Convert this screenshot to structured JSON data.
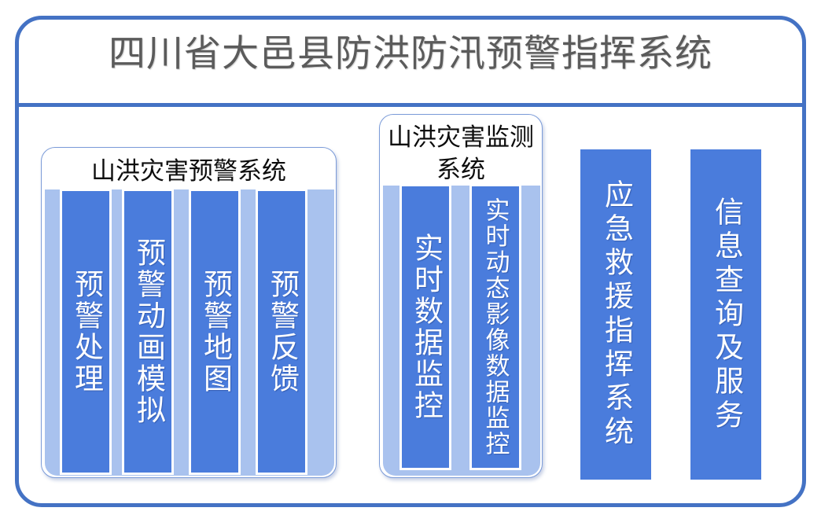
{
  "header": {
    "title": "四川省大邑县防洪防汛预警指挥系统"
  },
  "colors": {
    "frame_border": "#4472C4",
    "title_text": "#5B5B5B",
    "panel_border": "#7B9BD8",
    "tray_background": "#A9C2EE",
    "column_fill": "#4A7CDC",
    "column_border": "#FFFFFF",
    "column_text": "#FFFFFF"
  },
  "panels": [
    {
      "id": "warning-system",
      "title": "山洪灾害预警系统",
      "columns": [
        {
          "label": "预警处理"
        },
        {
          "label": "预警动画模拟"
        },
        {
          "label": "预警地图"
        },
        {
          "label": "预警反馈"
        }
      ]
    },
    {
      "id": "monitor-system",
      "title": "山洪灾害监测系统",
      "columns": [
        {
          "label": "实时数据监控"
        },
        {
          "label": "实时动态影像数据监控"
        }
      ]
    }
  ],
  "standalone_columns": [
    {
      "id": "emergency-command",
      "label": "应急救援指挥系统"
    },
    {
      "id": "info-service",
      "label": "信息查询及服务"
    }
  ]
}
